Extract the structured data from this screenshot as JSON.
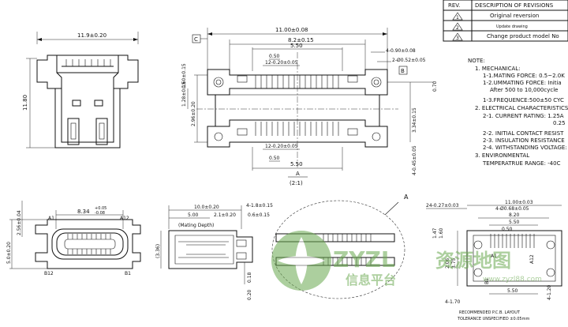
{
  "revision_table": {
    "headers": [
      "REV.",
      "DESCRIPTION OF REVISIONS"
    ],
    "rows": [
      {
        "rev": "1",
        "desc": "Original reversion"
      },
      {
        "rev": "2",
        "desc": "Update drawing"
      },
      {
        "rev": "3",
        "desc": "Change product model No"
      }
    ]
  },
  "notes": {
    "title": "NOTE:",
    "lines": [
      "1. MECHANICAL:",
      "1-1.MATING FORCE: 0.5~2.0K",
      "1-2.UMMATING FORCE: Initia",
      "After 500 to 10,000cycle",
      "1-3.FREQUENCE:500±50 CYC",
      "2. ELECTRICAL CHARACTERISTICS",
      "2-1. CURRENT RATING: 1.25A",
      "0.25",
      "2-2. INITIAL CONTACT RESIST",
      "2-3. INSULATION RESISTANCE",
      "2-4. WITHSTANDING VOLTAGE:",
      "3. ENVIRONMENTAL",
      "TEMPERATRUE RANGE: -40C"
    ]
  },
  "front_view": {
    "width_dim": "11.9±0.20",
    "height_dim": "11.80"
  },
  "top_view": {
    "overall_width": "11.00±0.08",
    "pin_span": "8.2±0.15",
    "inner_width": "5.50",
    "pitch": "0.50",
    "pin_row_top": "12-0.20±0.05",
    "pin_row_bottom": "12-0.20±0.05",
    "hole_callout": "4-0.90±0.08",
    "hole_dia": "2-Ø0.52±0.05",
    "datum_c": "C",
    "datum_b": "B",
    "left_height": "2.96±0.20",
    "left_small": "1.28±0.15",
    "left_top": "0.60±0.15",
    "right_dim": "3.34±0.15",
    "right_top": "0.70",
    "right_bottom": "4-0.45±0.05",
    "pitch_bottom": "0.50",
    "inner_width_bottom": "5.50",
    "section_label": "A",
    "scale": "(2:1)"
  },
  "end_view": {
    "width": "8.34",
    "tol_plus": "+0.05",
    "tol_minus": "-0.08",
    "height_left": "5.0±0.20",
    "height_right": "2.56±0.04",
    "pins": [
      "A1",
      "A12",
      "B12",
      "B1"
    ]
  },
  "side_view": {
    "overall": "10.0±0.20",
    "mating_depth_value": "5.00",
    "mating_depth_label": "(Mating Depth)",
    "offset": "2.1±0.20",
    "hole_callout": "4-1.8±0.15",
    "small": "0.6±0.15",
    "height": "(3.36)",
    "depth_a": "0.18",
    "depth_b": "0.20"
  },
  "detail_callout": "A",
  "pcb_layout": {
    "width": "11.00±0.03",
    "holes": "4-Ø0.68±0.05",
    "span": "8.20",
    "inner": "5.50",
    "pitch": "0.50",
    "pads": "24-0.27±0.03",
    "pin_a1": "A1",
    "pin_a12": "A12",
    "pin_b1": "B1",
    "height_a": "1.47",
    "height_b": "1.60",
    "height_c": "2.06",
    "height_d": "3.75",
    "bottom_left": "4-1.70",
    "bottom_right": "4-1.20",
    "bottom_width": "5.50",
    "title": "RECOMMENDED P.C.B. LAYOUT",
    "tolerance": "TOLERANCE UNSPECIFIED ±0.05mm"
  },
  "watermark": {
    "latin": "ZYZL",
    "cjk": "信息平台",
    "cjk2": "资源地图",
    "url": "www.zyzl88.com"
  }
}
